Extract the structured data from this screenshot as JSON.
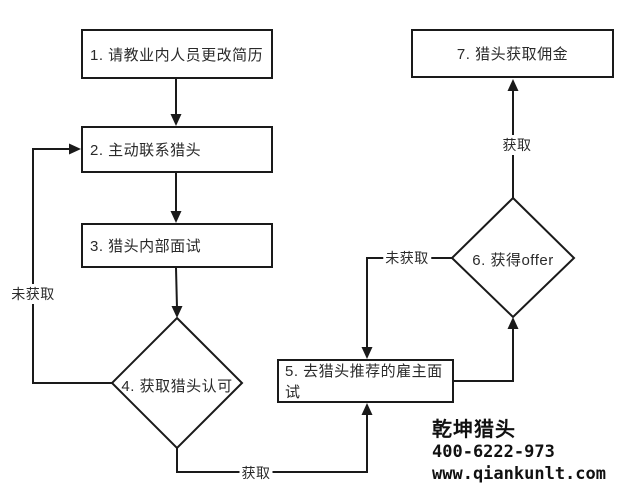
{
  "diagram": {
    "title_implicit": "headhunter job application flowchart",
    "nodes": {
      "step1": {
        "label": "1. 请教业内人员更改简历",
        "shape": "rect"
      },
      "step2": {
        "label": "2. 主动联系猎头",
        "shape": "rect"
      },
      "step3": {
        "label": "3. 猎头内部面试",
        "shape": "rect"
      },
      "step4": {
        "label": "4. 获取猎头认可",
        "shape": "diamond"
      },
      "step5": {
        "label": "5. 去猎头推荐的雇主面试",
        "shape": "rect"
      },
      "step6": {
        "label": "6. 获得offer",
        "shape": "diamond"
      },
      "step7": {
        "label": "7. 猎头获取佣金",
        "shape": "rect"
      }
    },
    "edges": {
      "step4_no_to_step2": {
        "label": "未获取"
      },
      "step4_yes_to_step5": {
        "label": "获取"
      },
      "step6_no_to_step5": {
        "label": "未获取"
      },
      "step6_yes_to_step7": {
        "label": "获取"
      }
    }
  },
  "branding": {
    "company": "乾坤猎头",
    "phone": "400-6222-973",
    "website": "www.qiankunlt.com"
  },
  "colors": {
    "background": "#ffffff",
    "line": "#1a1a1a",
    "text": "#2a2a2a"
  }
}
